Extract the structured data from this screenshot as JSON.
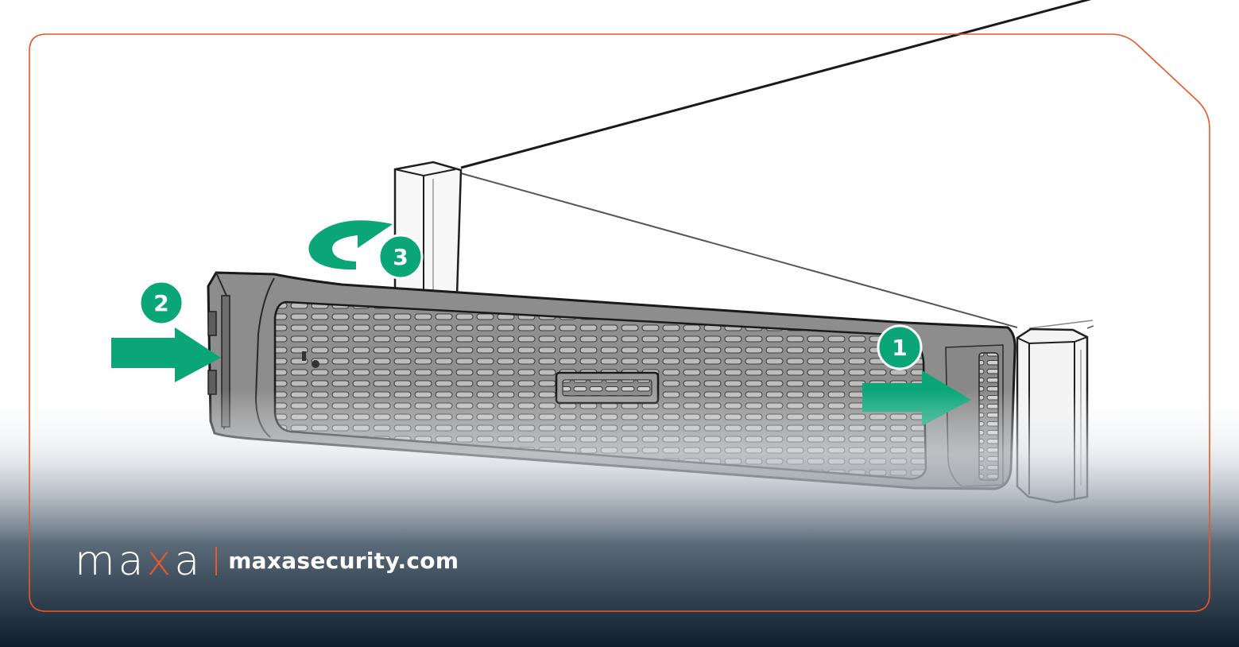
{
  "diagram": {
    "steps": [
      {
        "number": "1"
      },
      {
        "number": "2"
      },
      {
        "number": "3"
      }
    ]
  },
  "branding": {
    "logo_pre": "ma",
    "logo_accent": "x",
    "logo_post": "a",
    "url": "maxasecurity.com"
  },
  "colors": {
    "accent": "#e8582b",
    "step_green": "#0aa678",
    "footer_dark": "#0e1d2c"
  }
}
